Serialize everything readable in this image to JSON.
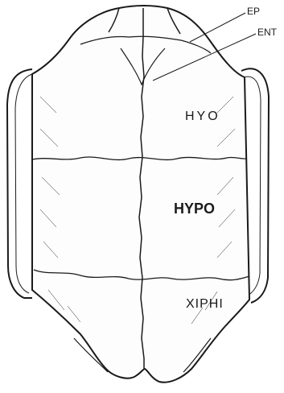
{
  "figure": {
    "labels": {
      "ep": "EP",
      "ent": "ENT",
      "hyo": "HYO",
      "hypo": "HYPO",
      "xiphi": "XIPHI"
    },
    "ink_color": "#1a1a1a",
    "background_color": "#ffffff"
  }
}
